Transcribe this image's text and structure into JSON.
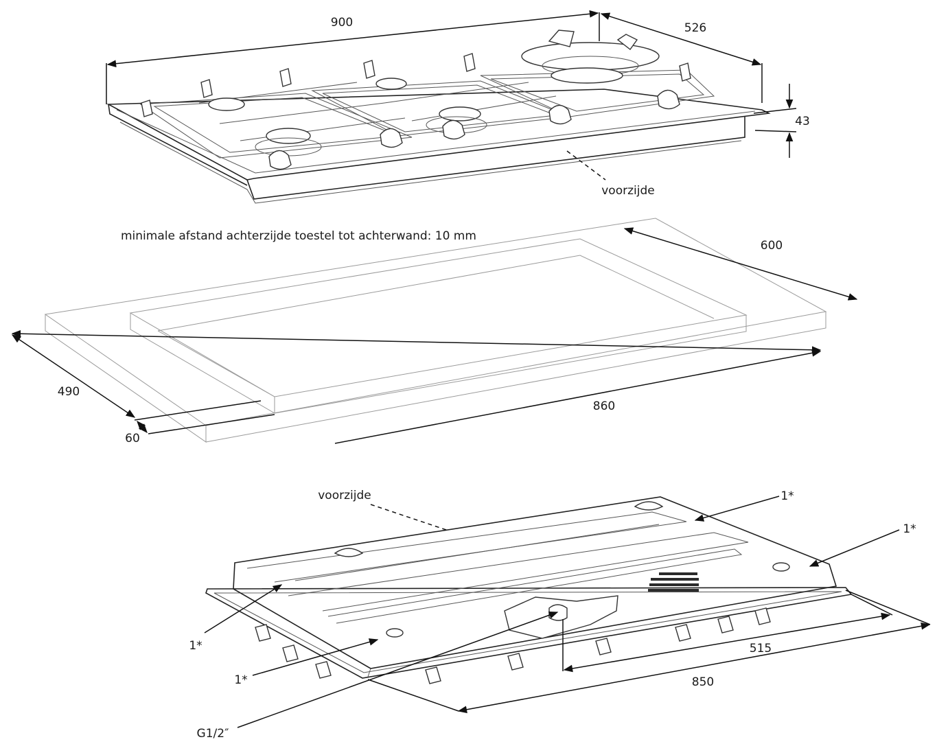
{
  "colors": {
    "line": "#222222",
    "faint": "#9a9a9a",
    "background": "#ffffff"
  },
  "top_view": {
    "width_label": "900",
    "depth_label": "526",
    "height_label": "43",
    "front_label": "voorzijde"
  },
  "cutout": {
    "note": "minimale afstand achterzijde toestel tot achterwand: 10 mm",
    "depth_600": "600",
    "width_860": "860",
    "depth_490": "490",
    "edge_60": "60"
  },
  "bottom_view": {
    "front_label": "voorzijde",
    "fix_label_1": "1*",
    "fix_label_2": "1*",
    "fix_label_3": "1*",
    "fix_label_4": "1*",
    "gas_label": "G1/2″",
    "dim_515": "515",
    "dim_850": "850"
  }
}
